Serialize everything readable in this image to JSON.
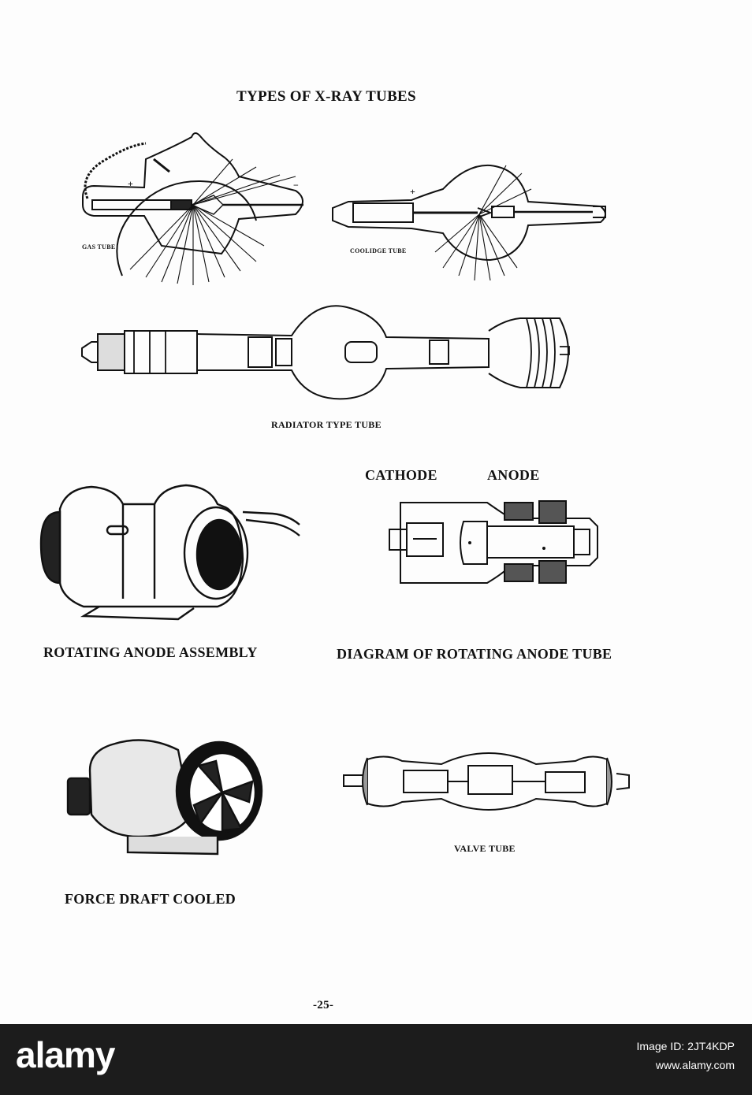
{
  "page": {
    "title": "TYPES OF X-RAY TUBES",
    "page_number": "-25-"
  },
  "figures": {
    "gas_tube": "GAS TUBE",
    "coolidge_tube": "COOLIDGE TUBE",
    "radiator_tube": "RADIATOR TYPE TUBE",
    "cathode": "CATHODE",
    "anode": "ANODE",
    "rotating_anode_assembly": "ROTATING ANODE ASSEMBLY",
    "rotating_anode_diagram": "DIAGRAM OF ROTATING ANODE TUBE",
    "force_draft": "FORCE DRAFT COOLED",
    "valve_tube": "VALVE TUBE",
    "signs": {
      "plus": "+",
      "minus": "−"
    }
  },
  "footer": {
    "brand": "alamy",
    "image_id": "Image ID: 2JT4KDP",
    "site": "www.alamy.com"
  },
  "colors": {
    "footer_bg": "#1c1c1c",
    "ink": "#111111"
  }
}
